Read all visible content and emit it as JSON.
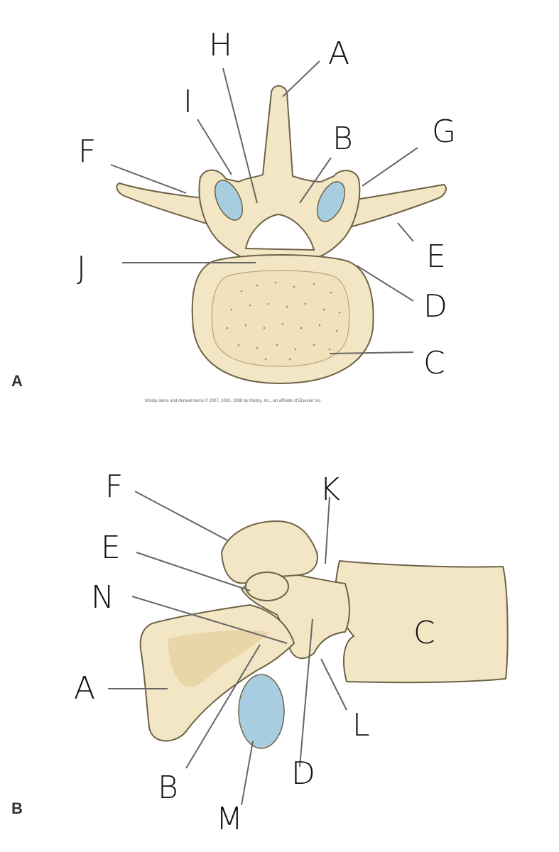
{
  "panels": [
    {
      "id": "A",
      "panel_label": "A",
      "credit": "Mosby items and derived items © 2007, 2003, 1998 by Mosby, Inc., an affiliate of Elsevier Inc.",
      "labels": {
        "A": "A",
        "B": "B",
        "C": "C",
        "D": "D",
        "E": "E",
        "F": "F",
        "G": "G",
        "H": "H",
        "I": "I",
        "J": "J"
      }
    },
    {
      "id": "B",
      "panel_label": "B",
      "labels": {
        "A": "A",
        "B": "B",
        "C": "C",
        "D": "D",
        "E": "E",
        "F": "F",
        "K": "K",
        "L": "L",
        "M": "M",
        "N": "N"
      }
    }
  ],
  "colors": {
    "bone": "#f3e6c4",
    "facet": "#a9cde0",
    "outline": "#6e6248",
    "leader": "#666666"
  }
}
